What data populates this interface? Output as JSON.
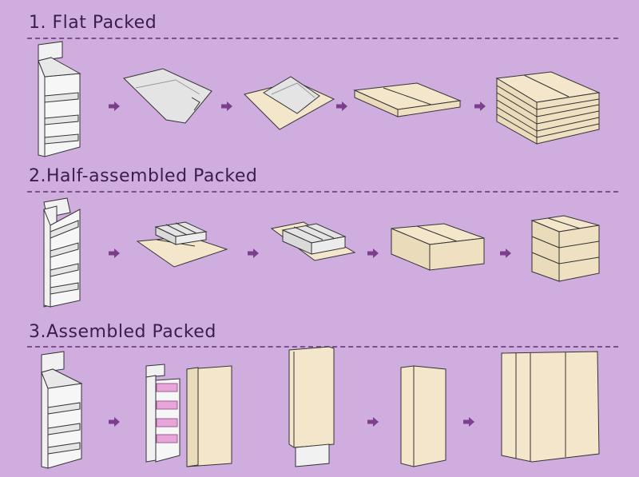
{
  "sections": [
    {
      "title": "1. Flat Packed"
    },
    {
      "title": "2.Half-assembled Packed"
    },
    {
      "title": "3.Assembled Packed"
    }
  ],
  "colors": {
    "background": "#cfaedf",
    "arrow": "#7b3f8c",
    "cardboard": "#f3e6cb",
    "display_white": "#f1f1f1",
    "outline": "#333333",
    "product_pink": "#e7a6d8"
  },
  "icons": [
    "right-arrow-icon",
    "display-stand-icon",
    "flat-sheet-icon",
    "carton-box-icon"
  ]
}
